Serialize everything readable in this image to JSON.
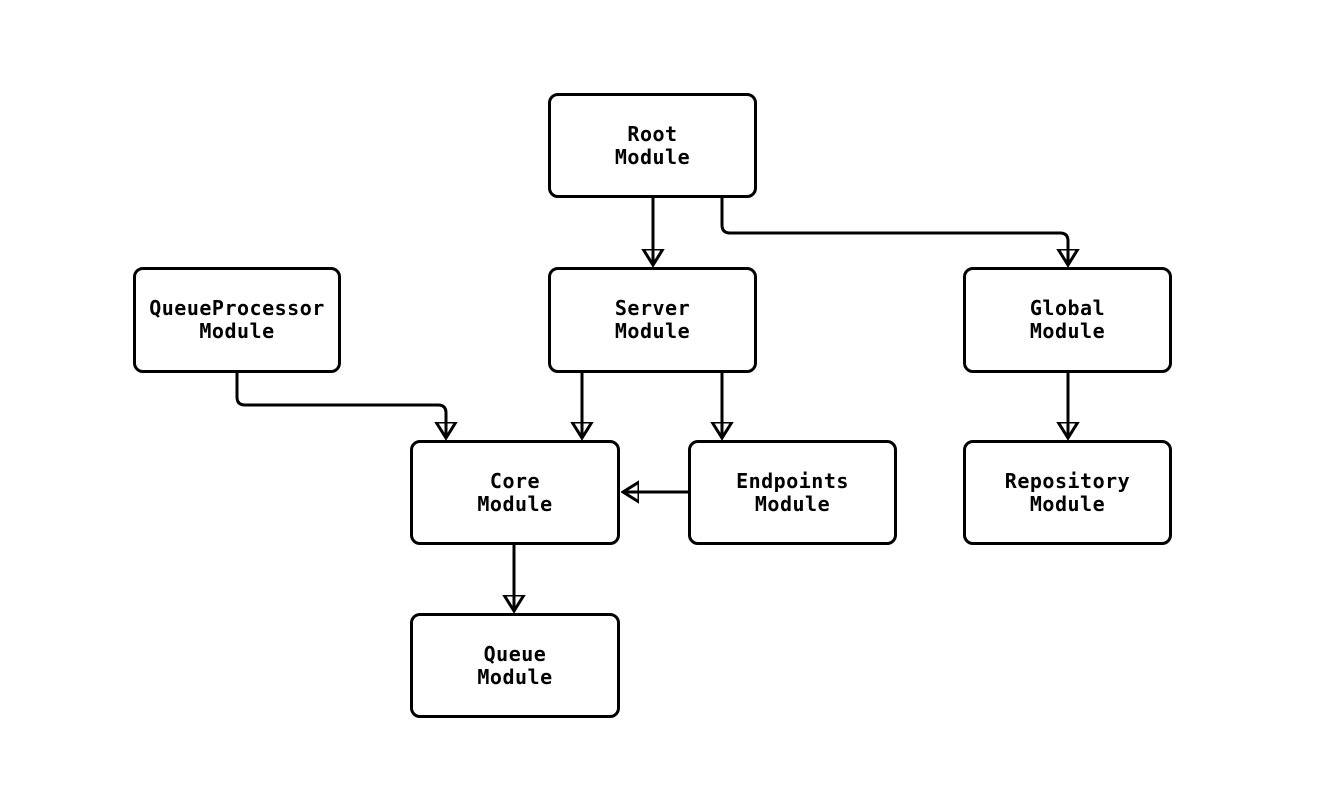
{
  "diagram": {
    "type": "module-dependency-diagram",
    "colors": {
      "background": "#ffffff",
      "node_fill": "#ffffff",
      "node_border": "#000000",
      "edge": "#000000",
      "text": "#000000"
    },
    "nodes": {
      "root": {
        "line1": "Root",
        "line2": "Module"
      },
      "queueprocessor": {
        "line1": "QueueProcessor",
        "line2": "Module"
      },
      "server": {
        "line1": "Server",
        "line2": "Module"
      },
      "global": {
        "line1": "Global",
        "line2": "Module"
      },
      "core": {
        "line1": "Core",
        "line2": "Module"
      },
      "endpoints": {
        "line1": "Endpoints",
        "line2": "Module"
      },
      "repository": {
        "line1": "Repository",
        "line2": "Module"
      },
      "queue": {
        "line1": "Queue",
        "line2": "Module"
      }
    },
    "edges": [
      {
        "from": "Root Module",
        "to": "Server Module"
      },
      {
        "from": "Root Module",
        "to": "Global Module"
      },
      {
        "from": "QueueProcessor Module",
        "to": "Core Module"
      },
      {
        "from": "Server Module",
        "to": "Core Module"
      },
      {
        "from": "Server Module",
        "to": "Endpoints Module"
      },
      {
        "from": "Endpoints Module",
        "to": "Core Module"
      },
      {
        "from": "Global Module",
        "to": "Repository Module"
      },
      {
        "from": "Core Module",
        "to": "Queue Module"
      }
    ]
  }
}
